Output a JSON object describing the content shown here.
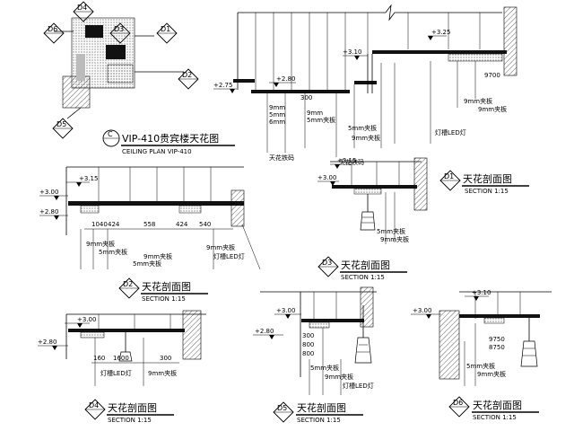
{
  "callouts": {
    "d1": "D1",
    "d2": "D2",
    "d3": "D3",
    "d4": "D4",
    "d5": "D5",
    "d6": "D6",
    "c": "C"
  },
  "plan": {
    "title": "VIP-410贵宾楼天花图",
    "subtitle": "CEILING PLAN  VIP-410"
  },
  "main_section": {
    "levels": [
      "+3.25",
      "+3.10",
      "+2.80",
      "+2.75"
    ],
    "dims": [
      "9700",
      "300"
    ],
    "notes": [
      "9mm夹板",
      "9mm夹板",
      "9mm夹板",
      "5mm夹板",
      "9mm",
      "5mm",
      "6mm",
      "9mm",
      "5mm夹板",
      "灯槽LED灯",
      "天花铁码",
      "天花铁码"
    ]
  },
  "d1": {
    "label": "D1",
    "title": "天花剖面图",
    "section": "SECTION   1:15",
    "levels": [
      "+3.15",
      "+3.00"
    ],
    "notes": [
      "9mm夹板",
      "5mm夹板"
    ]
  },
  "d2": {
    "label": "D2",
    "title": "天花剖面图",
    "section": "SECTION   1:15",
    "levels": [
      "+3.15",
      "+3.00",
      "+2.80"
    ],
    "dims": [
      "1040",
      "424",
      "558",
      "424",
      "540"
    ],
    "notes": [
      "9mm夹板",
      "5mm夹板",
      "9mm夹板",
      "5mm夹板",
      "9mm夹板",
      "灯槽LED灯"
    ]
  },
  "d3": {
    "label": "D3",
    "title": "天花剖面图",
    "section": "SECTION   1:15"
  },
  "d4": {
    "label": "D4",
    "title": "天花剖面图",
    "section": "SECTION   1:15",
    "levels": [
      "+3.00",
      "+2.80"
    ],
    "dims": [
      "160",
      "1600",
      "300"
    ],
    "notes": [
      "灯槽LED灯",
      "9mm夹板"
    ]
  },
  "d5": {
    "label": "D5",
    "title": "天花剖面图",
    "section": "SECTION   1:15",
    "levels": [
      "+3.00",
      "+2.80"
    ],
    "dims": [
      "300",
      "800",
      "800"
    ],
    "notes": [
      "5mm夹板",
      "9mm夹板",
      "灯槽LED灯"
    ]
  },
  "d6": {
    "label": "D6",
    "title": "天花剖面图",
    "section": "SECTION   1:15",
    "levels": [
      "+3.00",
      "+3.10"
    ],
    "dims": [
      "9750",
      "8750"
    ],
    "notes": [
      "5mm夹板",
      "9mm夹板"
    ]
  }
}
